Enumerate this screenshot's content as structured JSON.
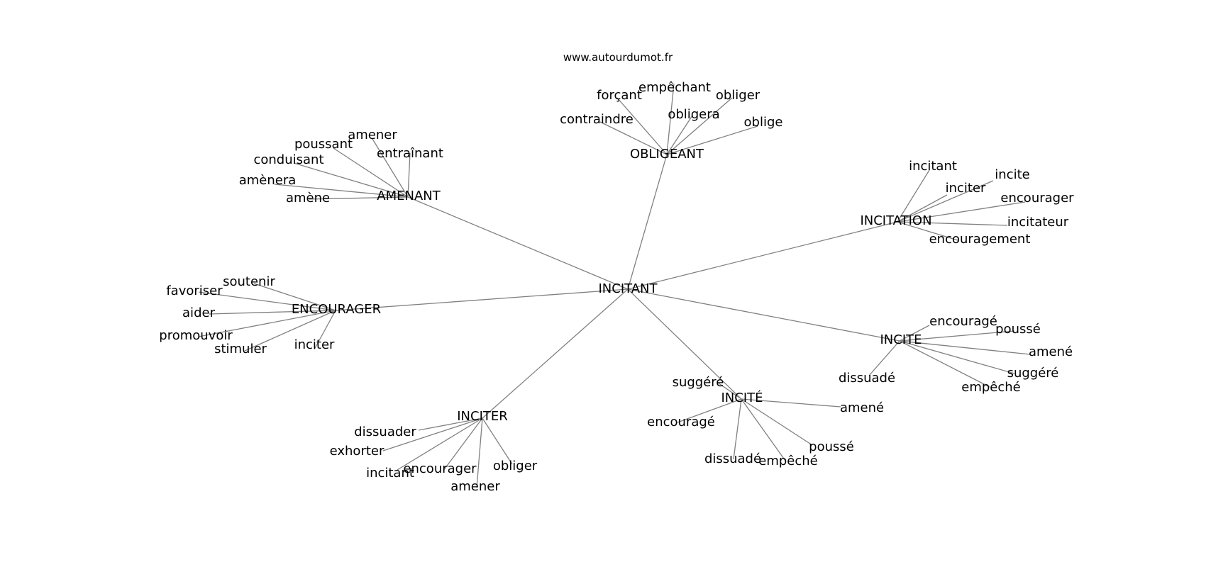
{
  "site": "www.autourdumot.fr",
  "center": "INCITANT",
  "groups": [
    {
      "hub": "OBLIGEANT",
      "words": [
        "forçant",
        "empêchant",
        "obliger",
        "contraindre",
        "obligera",
        "oblige"
      ]
    },
    {
      "hub": "AMENANT",
      "words": [
        "amener",
        "poussant",
        "entraînant",
        "conduisant",
        "amènera",
        "amène"
      ]
    },
    {
      "hub": "INCITATION",
      "words": [
        "incitant",
        "incite",
        "inciter",
        "encourager",
        "incitateur",
        "encouragement"
      ]
    },
    {
      "hub": "ENCOURAGER",
      "words": [
        "soutenir",
        "favoriser",
        "aider",
        "promouvoir",
        "stimuler",
        "inciter"
      ]
    },
    {
      "hub": "INCITE",
      "words": [
        "encouragé",
        "poussé",
        "amené",
        "dissuadé",
        "suggéré",
        "empêché"
      ]
    },
    {
      "hub": "INCITÉ",
      "words": [
        "suggéré",
        "amené",
        "encouragé",
        "poussé",
        "dissuadé",
        "empêché"
      ]
    },
    {
      "hub": "INCITER",
      "words": [
        "dissuader",
        "exhorter",
        "incitant",
        "encourager",
        "obliger",
        "amener"
      ]
    }
  ]
}
